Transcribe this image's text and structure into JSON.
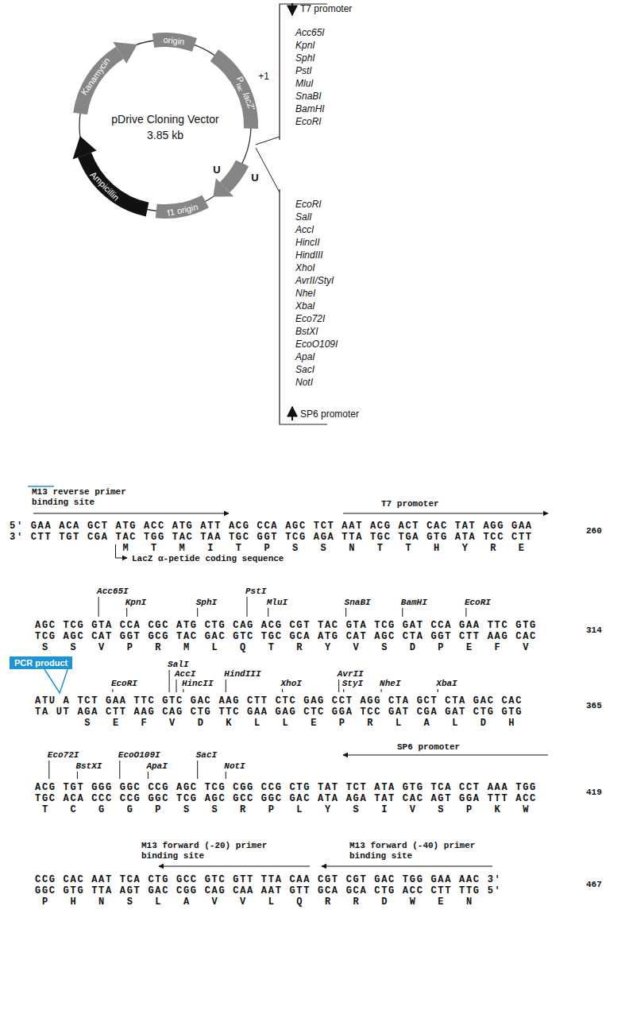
{
  "diagram": {
    "nodes": [
      {
        "text": [
          "PCR product"
        ]
      }
    ],
    "labels": [
      "origin",
      "P",
      "lac",
      "lacZ'",
      "+1",
      "U",
      "U",
      "f1 origin",
      "Ampicillin",
      "Kanamycin",
      "pDrive Cloning Vector",
      "3.85 kb",
      "T7 promoter",
      "Acc65I",
      "KpnI",
      "SphI",
      "PstI",
      "MluI",
      "SnaBI",
      "BamHI",
      "EcoRI",
      "EcoRI",
      "SalI",
      "AccI",
      "HincII",
      "HindIII",
      "XhoI",
      "AvrII/StyI",
      "NheI",
      "XbaI",
      "Eco72I",
      "BstXI",
      "EcoO109I",
      "ApaI",
      "SacI",
      "NotI",
      "SP6 promoter",
      "M13 reverse primer binding site",
      "T7 promoter",
      "5' GAA ACA GCT ATG ACC ATG ATT ACG CCA AGC TCT AAT ACG ACT CAC TAT AGG GAA",
      "3' CTT TGT CGA TAC TGG TAC TAA TGC GGT TCG AGA TTA TGC TGA GTG ATA TCC CTT",
      "M   T   M   I   T   P   S   S   N   T   T   H   Y   R   E",
      "LacZ α-petide coding sequence",
      "260",
      "Acc65I",
      "KpnI",
      "SphI",
      "PstI",
      "MluI",
      "SnaBI",
      "BamHI",
      "EcoRI",
      "AGC TCG GTA CCA CGC ATG CTG CAG ACG CGT TAC GTA TCG GAT CCA GAA TTC GTG",
      "TCG AGC CAT GGT GCG TAC GAC GTC TGC GCA ATG CAT AGC CTA GGT CTT AAG CAC",
      "S   S   V   P   R   M   L   Q   T   R   Y   V   S   D   P   E   F   V",
      "314",
      "EcoRI",
      "SalI",
      "AccI",
      "HincII",
      "HindIII",
      "XhoI",
      "AvrII",
      "StyI",
      "NheI",
      "XbaI",
      "ATU",
      "A TCT GAA TTC GTC GAC AAG CTT CTC GAG CCT AGG CTA GCT CTA GAC CAC",
      "TA",
      "UT AGA CTT AAG CAG CTG TTC GAA GAG CTC GGA TCC GAT CGA GAT CTG GTG",
      "S   E   F   V   D   K   L   L   E   P   R   L   A   L   D   H",
      "365",
      "Eco72I",
      "BstXI",
      "EcoO109I",
      "ApaI",
      "SacI",
      "NotI",
      "SP6 promoter",
      "ACG TGT GGG GGC CCG AGC TCG CGG CCG CTG TAT TCT ATA GTG TCA CCT AAA TGG",
      "TGC ACA CCC CCG GGC TCG AGC GCC GGC GAC ATA AGA TAT CAC AGT GGA TTT ACC",
      "T   C   G   G   P   S   S   R   P   L   Y   S   I   V   S   P   K   W",
      "419",
      "M13 forward (-20) primer binding site",
      "M13 forward (-40) primer binding site",
      "CCG CAC AAT TCA CTG GCC GTC GTT TTA CAA CGT CGT GAC TGG GAA AAC 3'",
      "GGC GTG TTA AGT GAC CGG CAG CAA AAT GTT GCA GCA CTG ACC CTT TTG 5'",
      "P   H   N   S   L   A   V   V   L   Q   R   R   D   W   E   N",
      "467"
    ]
  }
}
